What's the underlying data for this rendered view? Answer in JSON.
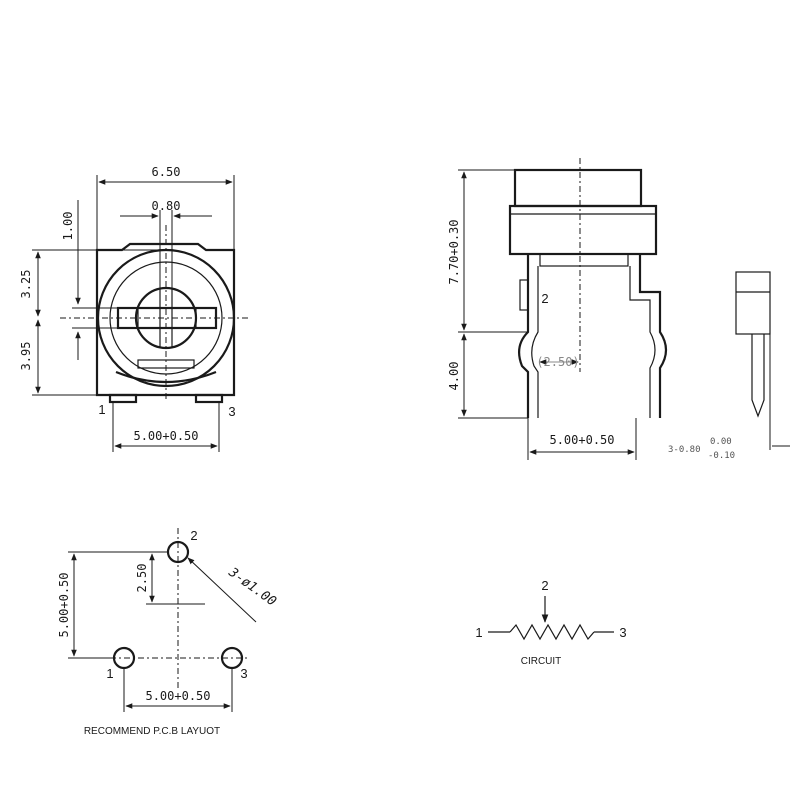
{
  "front_view": {
    "width_dim": "6.50",
    "slot_dim": "0.80",
    "top_dim": "1.00",
    "upper_dim": "3.25",
    "lower_dim": "3.95",
    "pitch_dim": "5.00+0.50",
    "pin_left": "1",
    "pin_right": "3"
  },
  "side_view": {
    "height_dim": "7.70+0.30",
    "leg_dim": "4.00",
    "offset_dim": "(2.50)",
    "pin_mid": "2",
    "pitch_dim": "5.00+0.50",
    "pin_width_dim": "3-0.80",
    "tol_plus": "0.00",
    "tol_minus": "-0.10"
  },
  "pcb_layout": {
    "pitch_v_dim": "5.00+0.50",
    "offset_dim": "2.50",
    "hole_dim": "3-ø1.00",
    "pitch_h_dim": "5.00+0.50",
    "pin_1": "1",
    "pin_2": "2",
    "pin_3": "3",
    "caption": "RECOMMEND P.C.B LAYUOT"
  },
  "circuit": {
    "pin_1": "1",
    "pin_2": "2",
    "pin_3": "3",
    "caption": "CIRCUIT"
  }
}
